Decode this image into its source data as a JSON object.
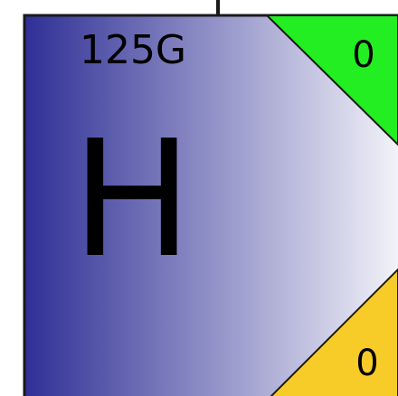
{
  "tile": {
    "label": "125G",
    "symbol": "H",
    "top_right_value": "0",
    "bottom_right_value": "0"
  },
  "colors": {
    "gradient_start": "#2f2f96",
    "gradient_end": "#ffffff",
    "top_right_corner": "#22ee22",
    "bottom_right_corner": "#f8cc28",
    "outline": "#1a1a1a"
  }
}
